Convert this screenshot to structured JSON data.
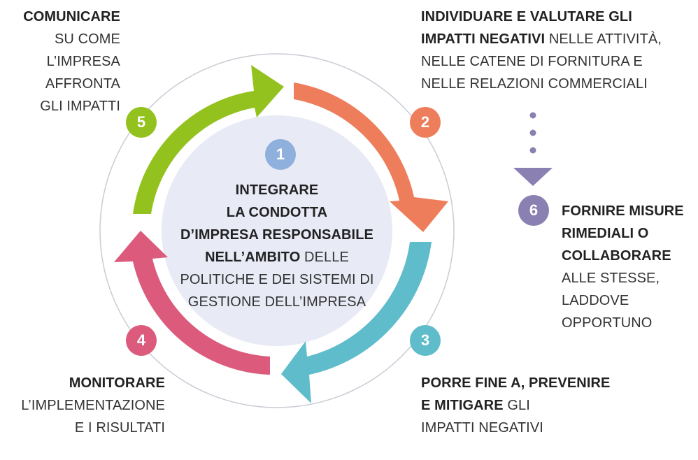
{
  "colors": {
    "step1": "#8fb0dc",
    "step2": "#ee7e5b",
    "step3": "#5ebccb",
    "step4": "#dc5a7c",
    "step5": "#93c21f",
    "step6": "#8a80b2",
    "center_fill": "#e8eaf6",
    "ring": "#c9ccd4",
    "text": "#333333"
  },
  "steps": [
    {
      "number": "1",
      "lines": [
        [
          {
            "b": "INTEGRARE"
          }
        ],
        [
          {
            "b": "LA CONDOTTA"
          }
        ],
        [
          {
            "b": "D’IMPRESA RESPONSABILE"
          }
        ],
        [
          {
            "b": "NELL’AMBITO"
          },
          {
            "t": " DELLE"
          }
        ],
        [
          {
            "t": "POLITICHE E DEI SISTEMI DI"
          }
        ],
        [
          {
            "t": "GESTIONE DELL’IMPRESA"
          }
        ]
      ]
    },
    {
      "number": "2",
      "lines": [
        [
          {
            "b": "INDIVIDUARE E VALUTARE GLI"
          }
        ],
        [
          {
            "b": "IMPATTI NEGATIVI"
          },
          {
            "t": " NELLE ATTIVITÀ,"
          }
        ],
        [
          {
            "t": "NELLE CATENE DI FORNITURA E"
          }
        ],
        [
          {
            "t": "NELLE RELAZIONI COMMERCIALI"
          }
        ]
      ]
    },
    {
      "number": "3",
      "lines": [
        [
          {
            "b": "PORRE FINE A, PREVENIRE"
          }
        ],
        [
          {
            "b": "E MITIGARE"
          },
          {
            "t": " GLI"
          }
        ],
        [
          {
            "t": "IMPATTI NEGATIVI"
          }
        ]
      ]
    },
    {
      "number": "4",
      "lines": [
        [
          {
            "b": "MONITORARE"
          }
        ],
        [
          {
            "t": "L’IMPLEMENTAZIONE"
          }
        ],
        [
          {
            "t": "E I RISULTATI"
          }
        ]
      ]
    },
    {
      "number": "5",
      "lines": [
        [
          {
            "b": "COMUNICARE"
          }
        ],
        [
          {
            "t": "SU COME"
          }
        ],
        [
          {
            "t": "L’IMPRESA"
          }
        ],
        [
          {
            "t": "AFFRONTA"
          }
        ],
        [
          {
            "t": "GLI IMPATTI"
          }
        ]
      ]
    },
    {
      "number": "6",
      "lines": [
        [
          {
            "b": "FORNIRE MISURE"
          }
        ],
        [
          {
            "b": "RIMEDIALI O"
          }
        ],
        [
          {
            "b": "COLLABORARE"
          }
        ],
        [
          {
            "t": "ALLE STESSE,"
          }
        ],
        [
          {
            "t": "LADDOVE"
          }
        ],
        [
          {
            "t": "OPPORTUNO"
          }
        ]
      ]
    }
  ]
}
